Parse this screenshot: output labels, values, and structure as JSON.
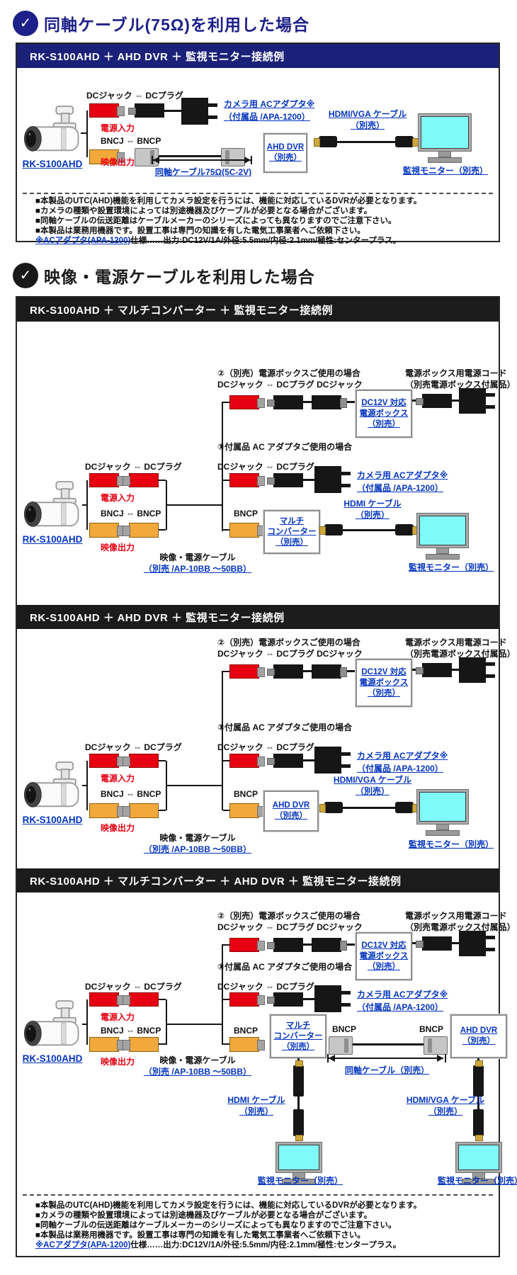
{
  "page": {
    "heading1": "同軸ケーブル(75Ω)を利用した場合",
    "heading2": "映像・電源ケーブルを利用した場合"
  },
  "icons": {
    "check": "✓"
  },
  "colors": {
    "navy_header": "#1b2178",
    "black_header": "#1b1b1b",
    "heading_blue": "#1d2088",
    "link_blue": "#0435bf",
    "accent_red": "#e60012",
    "connector_yellow": "#f2a93c",
    "monitor_screen_cyan": "#80f9f9"
  },
  "sections": {
    "s1": {
      "title": "RK-S100AHD ＋  AHD DVR ＋ 監視モニター接続例"
    },
    "s2": {
      "title": "RK-S100AHD ＋ マルチコンバーター ＋ 監視モニター接続例"
    },
    "s3": {
      "title": "RK-S100AHD ＋ AHD DVR ＋ 監視モニター接続例"
    },
    "s4": {
      "title": "RK-S100AHD ＋ マルチコンバーター ＋ AHD DVR ＋ 監視モニター接続例"
    }
  },
  "labels": {
    "camera_model": "RK-S100AHD",
    "dc_jack_plug": "DCジャック ⇔ DCプラグ",
    "power_input": "電源入力",
    "bncj_bncp": "BNCJ ⇔ BNCP",
    "video_output": "映像出力",
    "bncp": "BNCP",
    "coax_75": "同軸ケーブル75Ω(5C-2V)",
    "coax_sold_separately": "同軸ケーブル（別売）",
    "camera_ac_adapter_1": "カメラ用 ACアダプタ※",
    "camera_ac_adapter_2": "（付属品 /APA-1200）",
    "ahd_dvr": "AHD DVR",
    "sold_separately": "（別売）",
    "hdmi_vga_cable": "HDMI/VGA ケーブル",
    "hdmi_cable": "HDMI ケーブル",
    "monitor_sold_separately": "監視モニター（別売）",
    "case2_line1": "②（別売）電源ボックスご使用の場合",
    "case2_line2": "DCジャック ⇔ DCプラグ DCジャック",
    "power_cord_line1": "電源ボックス用電源コード",
    "power_cord_line2": "（別売電源ボックス付属品）",
    "dc12v_line1": "DC12V 対応",
    "dc12v_line2": "電源ボックス",
    "case1_line1": "①付属品 AC アダプタご使用の場合",
    "case1_line2": "DCジャック ⇔ DCプラグ",
    "multi_line1": "マルチ",
    "multi_line2": "コンバーター",
    "av_power_cable_1": "映像・電源ケーブル",
    "av_power_cable_2": "（別売 /AP-10BB ～50BB）"
  },
  "notes": {
    "lines": [
      "■本製品のUTC(AHD)機能を利用してカメラ設定を行うには、機能に対応しているDVRが必要となります。",
      "■カメラの種類や設置環境によっては別途機器及びケーブルが必要となる場合がございます。",
      "■同軸ケーブルの伝送距離はケーブルメーカーのシリーズによっても異なりますのでご注意下さい。",
      "■本製品は業務用機器です。設置工事は専門の知識を有した電気工事業者へご依頼下さい。"
    ],
    "ac_spec_link": "※ACアダプタ(APA-1200)",
    "ac_spec_rest": "仕様……出力:DC12V/1A/外径:5.5mm/内径:2.1mm/極性:センタープラス。"
  }
}
